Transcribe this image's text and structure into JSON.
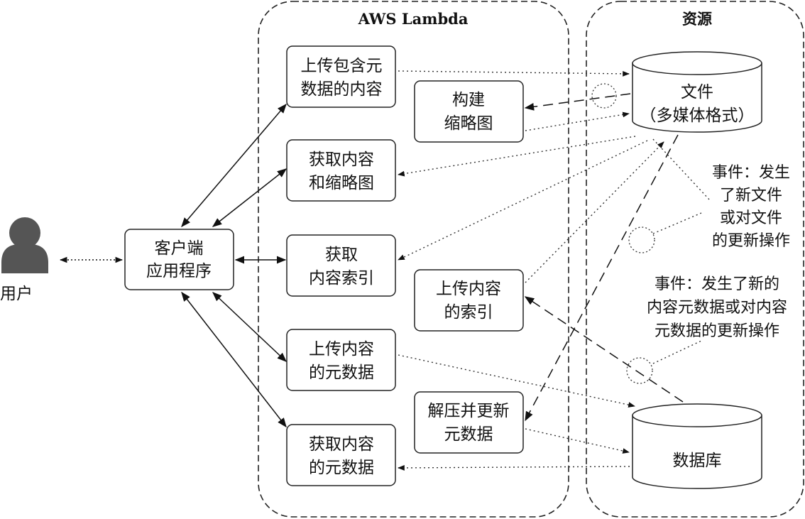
{
  "user": {
    "label": "用户"
  },
  "client": {
    "lines": [
      "客户端",
      "应用程序"
    ]
  },
  "lambda": {
    "title": "AWS Lambda",
    "functions": {
      "upload_content": [
        "上传包含元",
        "数据的内容"
      ],
      "build_thumbnail": [
        "构建",
        "缩略图"
      ],
      "get_content_thumbnail": [
        "获取内容",
        "和缩略图"
      ],
      "get_index": [
        "获取",
        "内容索引"
      ],
      "upload_index": [
        "上传内容",
        "的索引"
      ],
      "upload_metadata": [
        "上传内容",
        "的元数据"
      ],
      "unzip_update": [
        "解压并更新",
        "元数据"
      ],
      "get_metadata": [
        "获取内容",
        "的元数据"
      ]
    }
  },
  "resources": {
    "title": "资源",
    "files": [
      "文件",
      "（多媒体格式）"
    ],
    "database": "数据库"
  },
  "events": {
    "file_event": [
      "事件：发生",
      "了新文件",
      "或对文件",
      "的更新操作"
    ],
    "metadata_event": [
      "事件：发生了新的",
      "内容元数据或对内容",
      "元数据的更新操作"
    ]
  }
}
